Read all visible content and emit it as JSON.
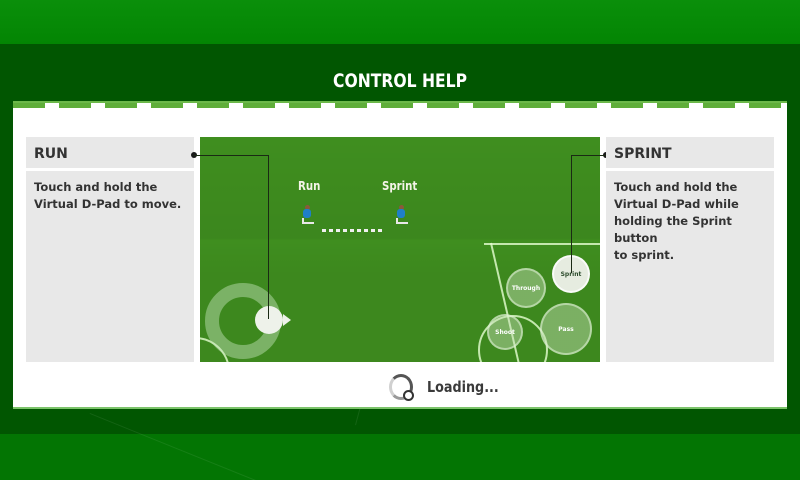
{
  "screen": {
    "title": "CONTROL HELP",
    "colors": {
      "band_bright": "#038503",
      "band_dark": "#015601",
      "stripe": "#5fae3a",
      "panel_bg": "#e8e8e8",
      "field": "#3f8e1f"
    }
  },
  "panels": {
    "left": {
      "heading": "RUN",
      "body": "Touch and hold the\nVirtual D-Pad to move."
    },
    "right": {
      "heading": "SPRINT",
      "body": "Touch and hold the\nVirtual D-Pad while\nholding the Sprint button\nto sprint."
    }
  },
  "field": {
    "labels": {
      "run": "Run",
      "sprint": "Sprint"
    },
    "buttons": {
      "sprint": "Sprint",
      "through": "Through",
      "shoot": "Shoot",
      "pass": "Pass"
    },
    "icons": {
      "dpad": "virtual-dpad-icon"
    }
  },
  "status": {
    "loading": "Loading..."
  }
}
